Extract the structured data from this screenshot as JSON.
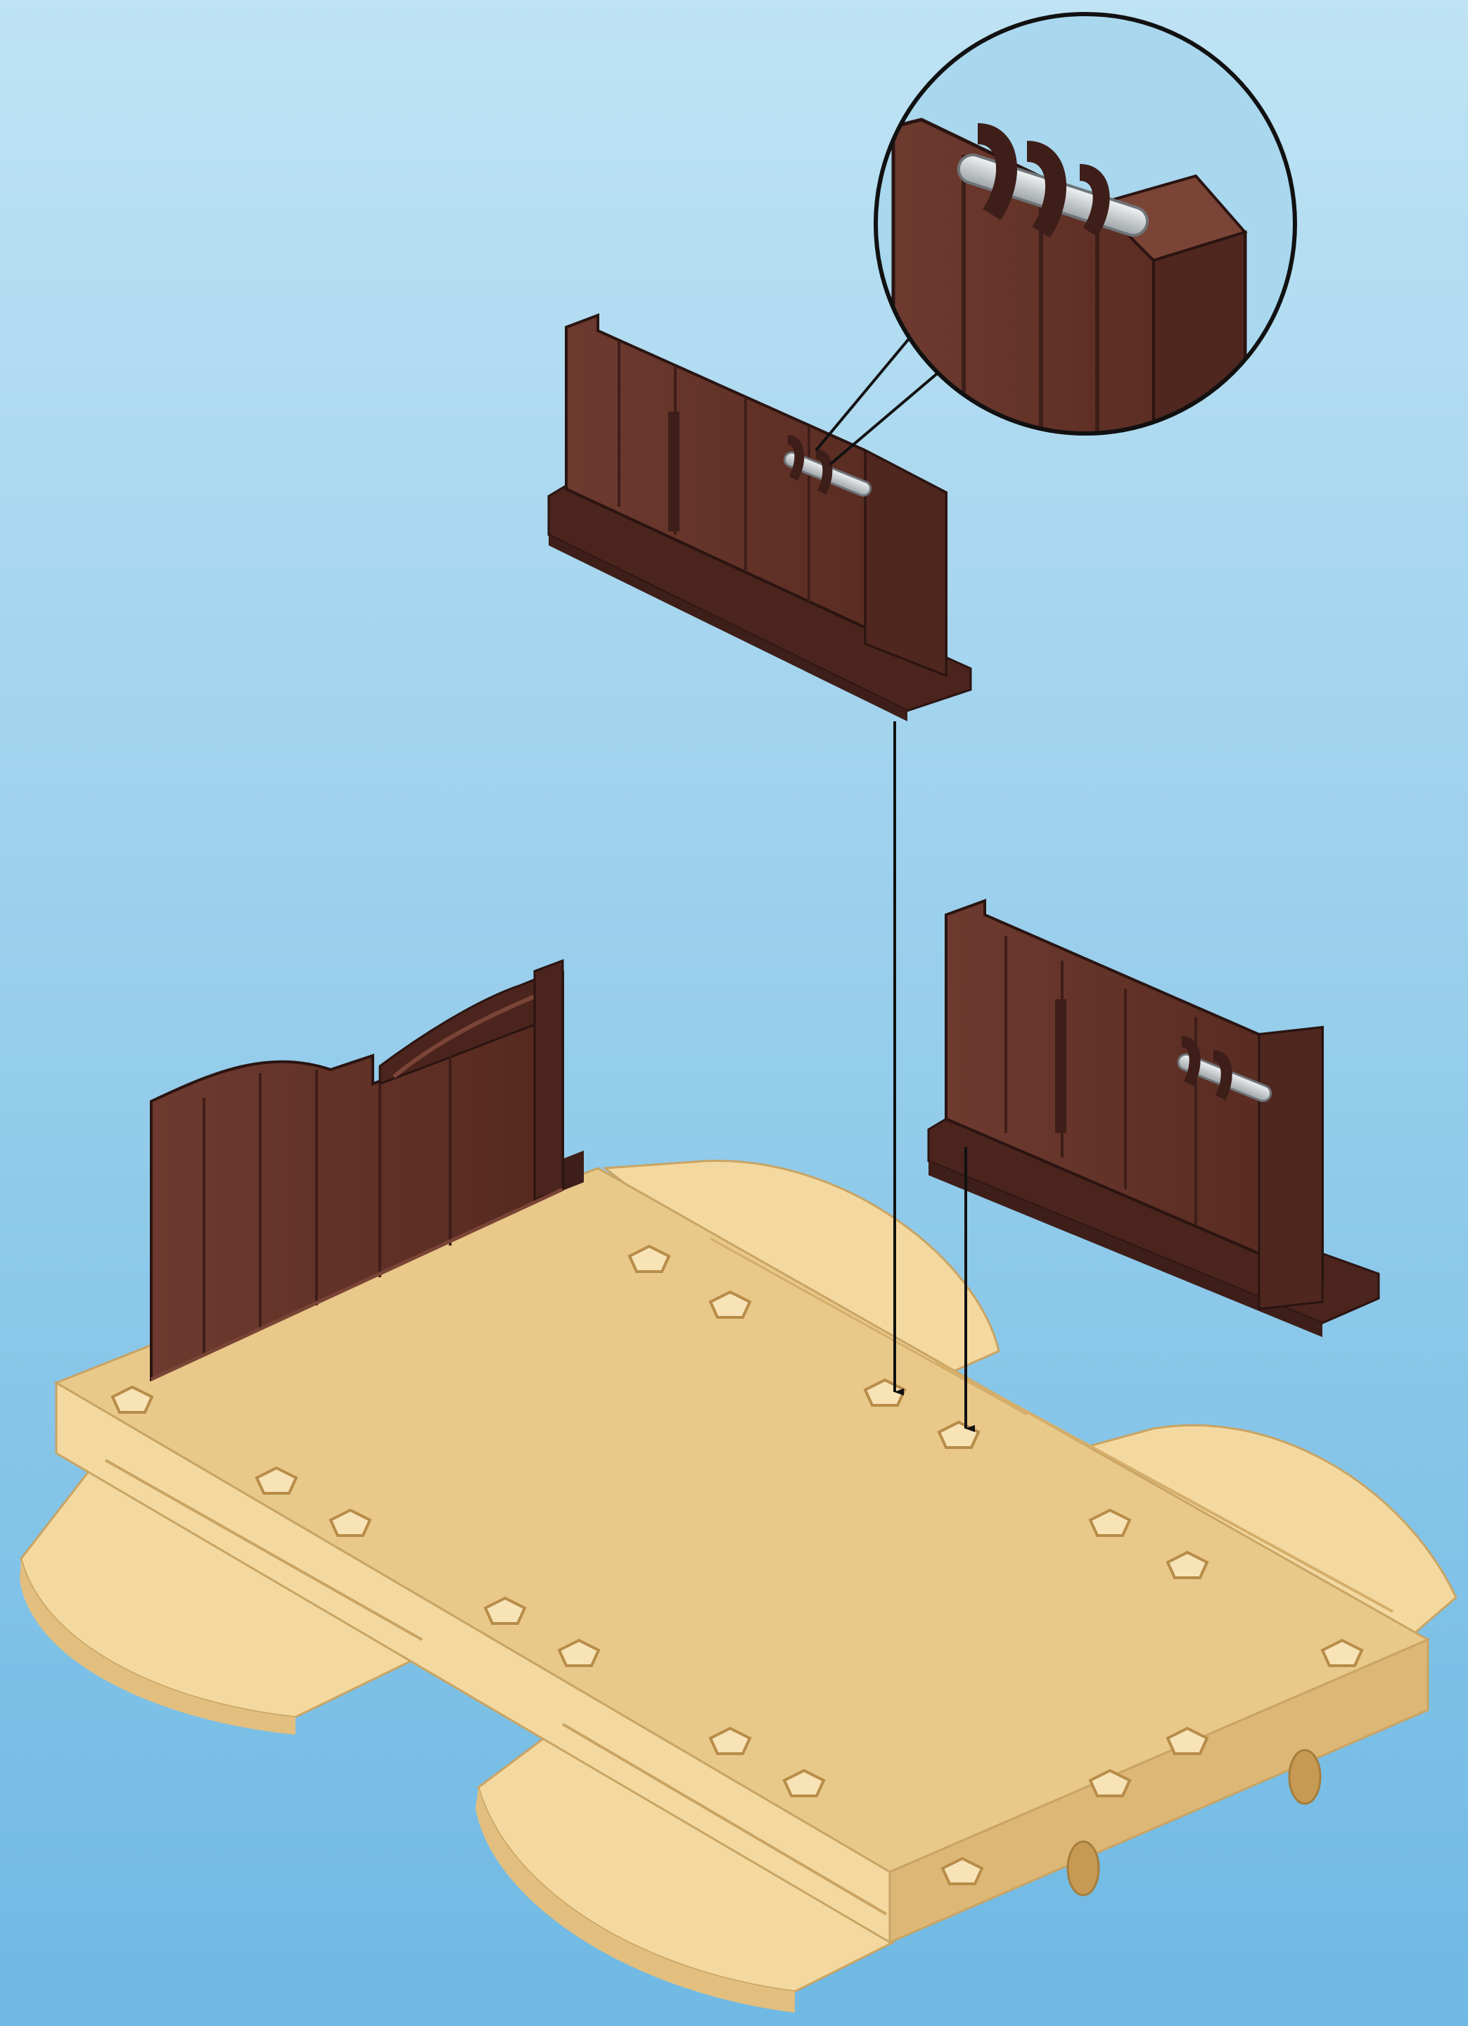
{
  "scene": {
    "type": "assembly-instruction-step",
    "colors": {
      "background_top": "#bfe3f4",
      "background_bottom": "#6fb9e4",
      "base_top": "#e8c98a",
      "base_side": "#f3d9a0",
      "base_dark": "#d9b572",
      "wall_light": "#6e3a2f",
      "wall_mid": "#5b2e26",
      "wall_dark": "#3e1e19",
      "hinge_pin": "#cfd3d6",
      "arrow": "#111111"
    },
    "parts": [
      "base-plate",
      "fixed-back-wall",
      "floating-gate-wall",
      "second-gate-wall",
      "hinge-pins",
      "detail-magnifier"
    ],
    "icons": {
      "arrow": "arrow-down-icon",
      "magnifier": "magnifier-circle-icon"
    }
  }
}
